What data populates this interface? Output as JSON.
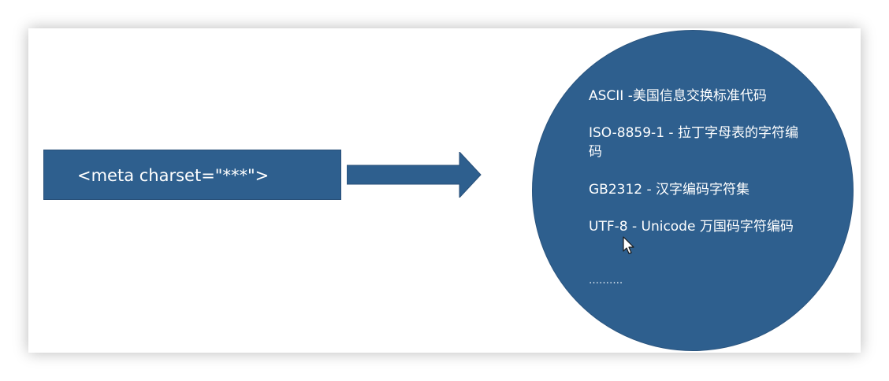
{
  "meta_box": {
    "text": "<meta charset=\"***\">"
  },
  "charset_list": [
    "ASCII -美国信息交换标准代码",
    "ISO-8859-1 - 拉丁字母表的字符编码",
    "GB2312 - 汉字编码字符集",
    "UTF-8 - Unicode 万国码字符编码",
    "………."
  ],
  "colors": {
    "shape_fill": "#2e5f8e",
    "text": "#ffffff",
    "background": "#ffffff"
  },
  "icons": {
    "arrow": "right-arrow-icon",
    "cursor": "mouse-pointer-icon"
  }
}
